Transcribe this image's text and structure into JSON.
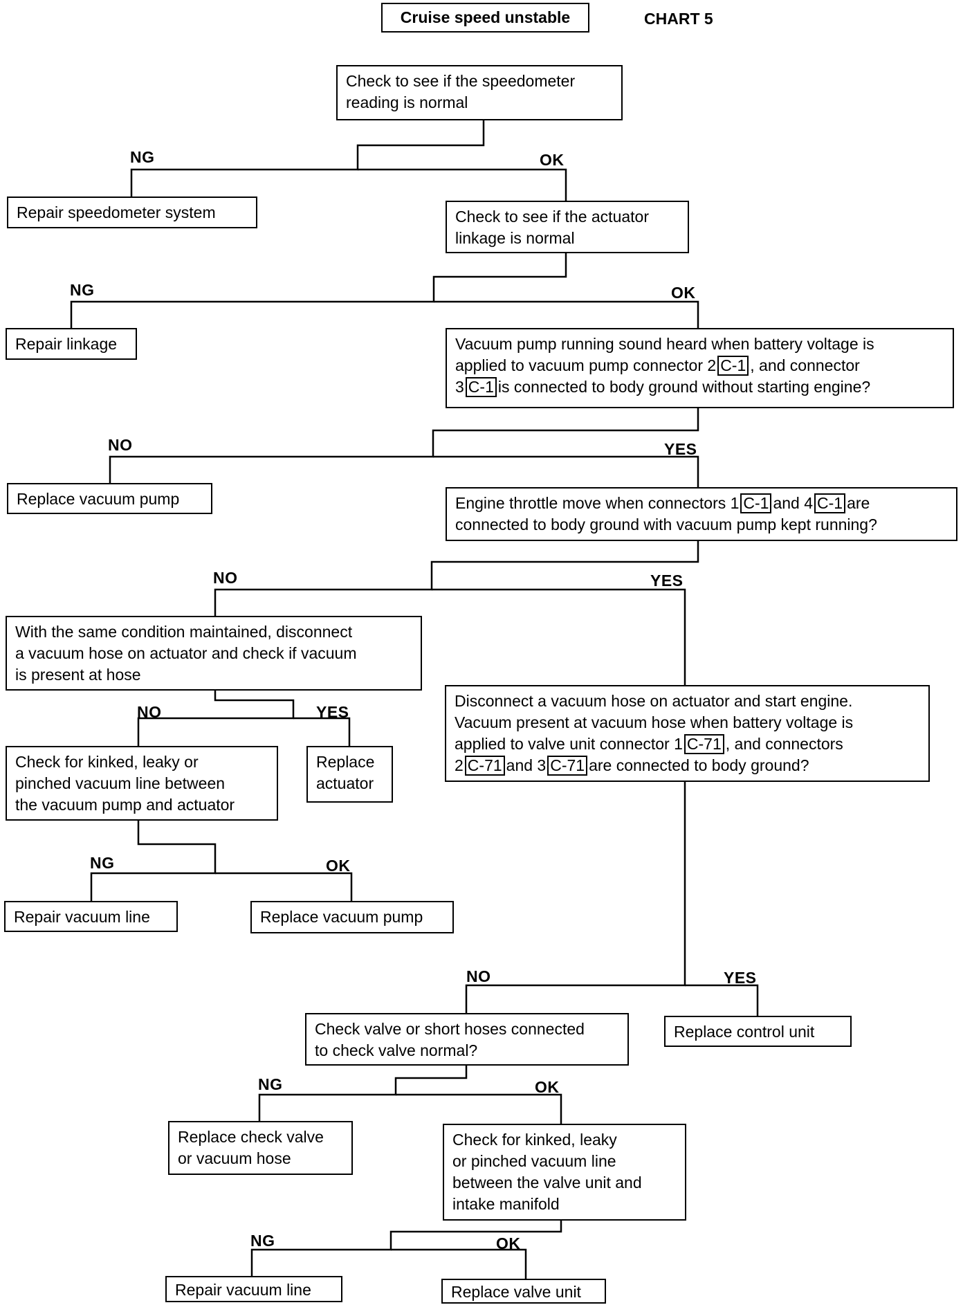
{
  "chart_label": "CHART 5",
  "nodes": {
    "n1": "Cruise speed unstable",
    "n2": [
      "Check to see if the speedometer",
      "reading is normal"
    ],
    "n3": "Repair speedometer system",
    "n4": [
      "Check to see if the actuator",
      "linkage is normal"
    ],
    "n5": "Repair linkage",
    "n6": {
      "l1": "Vacuum pump running sound heard when battery voltage is",
      "l2a": "applied to vacuum pump connector 2",
      "c1": "C-1",
      "l2b": ", and connector",
      "l3a": "3",
      "c2": "C-1",
      "l3b": "is connected to body ground without starting engine?"
    },
    "n7": "Replace vacuum pump",
    "n8": {
      "l1a": "Engine throttle move when connectors 1",
      "c1": "C-1",
      "l1b": "and 4",
      "c2": "C-1",
      "l1c": "are",
      "l2": "connected to body ground with vacuum pump kept running?"
    },
    "n9": [
      "With the same condition maintained, disconnect",
      "a vacuum hose on actuator and check if vacuum",
      "is present at hose"
    ],
    "n10": [
      "Check for kinked, leaky or",
      "pinched vacuum line between",
      "the vacuum pump and actuator"
    ],
    "n11": [
      "Replace",
      "actuator"
    ],
    "n12": "Repair vacuum line",
    "n13": "Replace vacuum pump",
    "n14": {
      "l1": "Disconnect a vacuum hose on actuator and start engine.",
      "l2": "Vacuum present at vacuum hose when battery voltage is",
      "l3a": "applied to valve unit connector 1",
      "c1": "C-71",
      "l3b": ", and connectors",
      "l4a": "2",
      "c2": "C-71",
      "l4b": "and 3",
      "c3": "C-71",
      "l4c": "are connected to body ground?"
    },
    "n15": [
      "Check valve or short hoses connected",
      "to check valve normal?"
    ],
    "n16": "Replace control unit",
    "n17": [
      "Replace check valve",
      "or vacuum hose"
    ],
    "n18": [
      "Check for kinked, leaky",
      "or pinched vacuum line",
      "between the valve unit and",
      "intake manifold"
    ],
    "n19": "Repair vacuum line",
    "n20": "Replace valve unit"
  },
  "branch_labels": {
    "b1": "NG",
    "b2": "OK",
    "b3": "NG",
    "b4": "OK",
    "b5": "NO",
    "b6": "YES",
    "b7": "NO",
    "b8": "YES",
    "b9": "NO",
    "b10": "YES",
    "b11": "NG",
    "b12": "OK",
    "b13": "NO",
    "b14": "YES",
    "b15": "NG",
    "b16": "OK",
    "b17": "NG",
    "b18": "OK"
  }
}
